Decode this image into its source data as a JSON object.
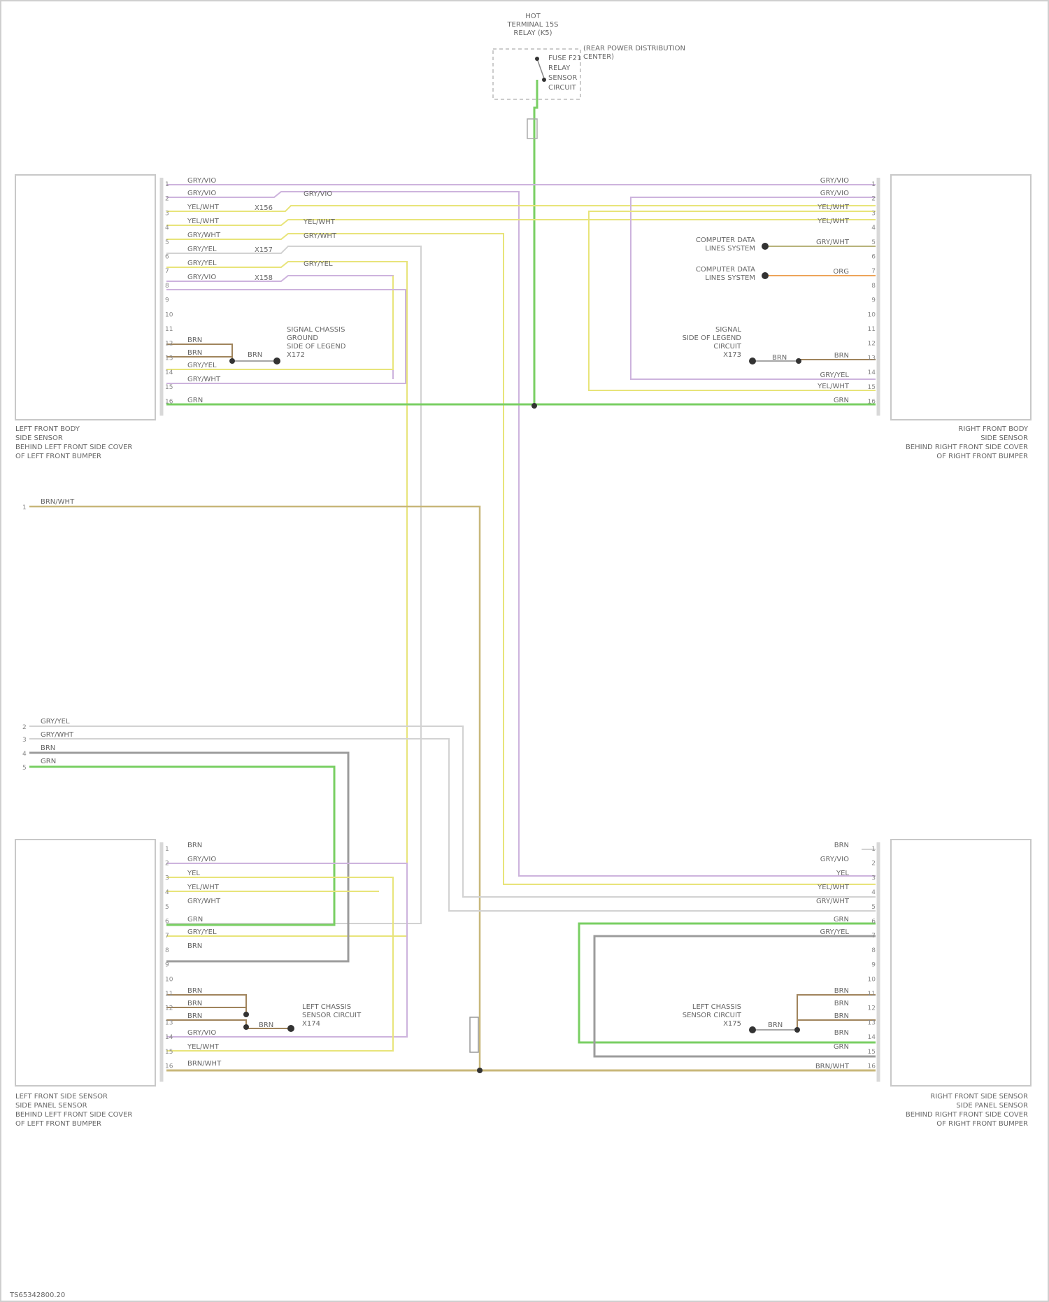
{
  "colors": {
    "violet": "#cdb3dd",
    "yellow": "#e8e47a",
    "green": "#79cf63",
    "gray": "#9c9c9c",
    "lightgray": "#d2d2d2",
    "orange": "#eda45a",
    "tan": "#c8b77a",
    "brown": "#a0845c",
    "olive": "#b7b27a"
  },
  "relay": {
    "lines": [
      "HOT",
      "TERMINAL 15S",
      "RELAY (K5)"
    ],
    "switch_lines": [
      "FUSE F21",
      "RELAY",
      "SENSOR",
      "CIRCUIT"
    ],
    "note_lines": [
      "(REAR POWER DISTRIBUTION",
      "CENTER)"
    ]
  },
  "front_left": {
    "caption_lines": [
      "LEFT FRONT BODY",
      "SIDE SENSOR",
      "BEHIND LEFT FRONT SIDE COVER",
      "OF LEFT FRONT BUMPER"
    ],
    "pins": [
      "1",
      "2",
      "3",
      "4",
      "5",
      "6",
      "7",
      "8",
      "9",
      "10",
      "11",
      "12",
      "13",
      "14",
      "15",
      "16"
    ],
    "wires": [
      "GRY/VIO",
      "GRY/VIO",
      "YEL/WHT",
      "YEL/WHT",
      "GRY/WHT",
      "GRY/YEL",
      "GRY/YEL",
      "GRY/VIO",
      "BRN",
      "BRN",
      "GRY/YEL",
      "GRY/WHT",
      "GRN"
    ],
    "splice_labels": [
      "X156",
      "X157",
      "X158"
    ],
    "inline_labels": [
      "GRY/VIO",
      "YEL/WHT",
      "GRY/WHT",
      "GRY/YEL"
    ],
    "ground_label": "BRN",
    "ground_lines": [
      "SIGNAL CHASSIS",
      "GROUND",
      "SIDE OF LEGEND",
      "X172"
    ]
  },
  "front_right": {
    "caption_lines": [
      "RIGHT FRONT BODY",
      "SIDE SENSOR",
      "BEHIND RIGHT FRONT SIDE COVER",
      "OF RIGHT FRONT BUMPER"
    ],
    "pins": [
      "1",
      "2",
      "3",
      "4",
      "5",
      "6",
      "7",
      "8",
      "9",
      "10",
      "11",
      "12",
      "13",
      "14",
      "15",
      "16"
    ],
    "wires": [
      "GRY/VIO",
      "GRY/VIO",
      "YEL/WHT",
      "YEL/WHT",
      "GRY/WHT",
      "ORG",
      "BRN",
      "GRY/YEL",
      "YEL/WHT",
      "GRN"
    ],
    "labels": [
      [
        "COMPUTER DATA",
        "LINES SYSTEM"
      ],
      [
        "COMPUTER DATA",
        "LINES SYSTEM"
      ]
    ],
    "ground_label": "BRN",
    "ground_lines": [
      "SIGNAL",
      "SIDE OF LEGEND",
      "CIRCUIT",
      "X173"
    ]
  },
  "left_stubs": {
    "top": "BRN/WHT",
    "group": [
      "GRY/YEL",
      "GRY/WHT",
      "BRN",
      "GRN"
    ],
    "numbers": [
      "1",
      "2",
      "3",
      "4",
      "5"
    ]
  },
  "rear_left": {
    "caption_lines": [
      "LEFT FRONT SIDE SENSOR",
      "SIDE PANEL SENSOR",
      "BEHIND LEFT FRONT SIDE COVER",
      "OF LEFT FRONT BUMPER"
    ],
    "pins": [
      "1",
      "2",
      "3",
      "4",
      "5",
      "6",
      "7",
      "8",
      "9",
      "10",
      "11",
      "12",
      "13",
      "14",
      "15",
      "16"
    ],
    "wires": [
      "BRN",
      "GRY/VIO",
      "YEL",
      "YEL/WHT",
      "GRY/WHT",
      "GRN",
      "GRY/YEL",
      "BRN",
      "BRN",
      "BRN",
      "BRN",
      "GRY/VIO",
      "YEL/WHT",
      "BRN/WHT"
    ],
    "ground_label": "BRN",
    "ground_lines": [
      "LEFT CHASSIS",
      "SENSOR CIRCUIT",
      "X174"
    ]
  },
  "rear_right": {
    "caption_lines": [
      "RIGHT FRONT SIDE SENSOR",
      "SIDE PANEL SENSOR",
      "BEHIND RIGHT FRONT SIDE COVER",
      "OF RIGHT FRONT BUMPER"
    ],
    "pins": [
      "1",
      "2",
      "3",
      "4",
      "5",
      "6",
      "7",
      "8",
      "9",
      "10",
      "11",
      "12",
      "13",
      "14",
      "15",
      "16"
    ],
    "wires": [
      "BRN",
      "GRY/VIO",
      "YEL",
      "YEL/WHT",
      "GRY/WHT",
      "GRN",
      "GRY/YEL",
      "BRN",
      "BRN",
      "BRN",
      "BRN",
      "GRN",
      "BRN/WHT"
    ],
    "ground_label": "BRN",
    "ground_lines": [
      "LEFT CHASSIS",
      "SENSOR CIRCUIT",
      "X175"
    ]
  },
  "footer": "TS65342800.20"
}
